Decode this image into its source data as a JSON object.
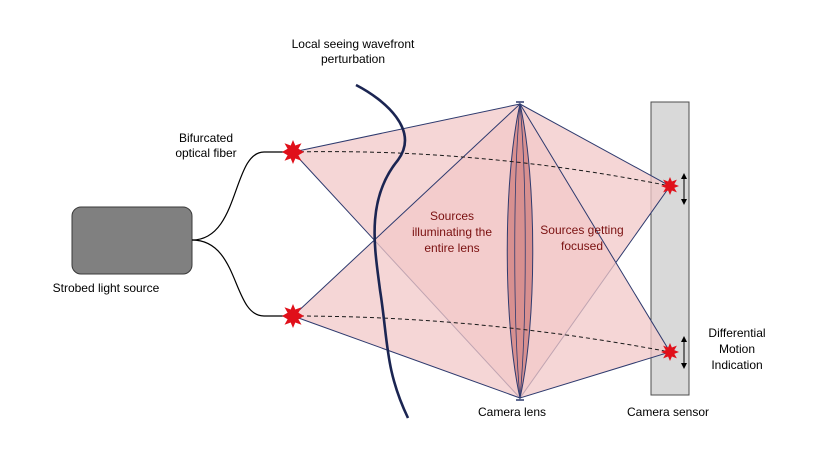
{
  "labels": {
    "wavefront_line1": "Local seeing wavefront",
    "wavefront_line2": "perturbation",
    "fiber_line1": "Bifurcated",
    "fiber_line2": "optical fiber",
    "light_source": "Strobed light source",
    "illum_line1": "Sources",
    "illum_line2": "illuminating the",
    "illum_line3": "entire lens",
    "focus_line1": "Sources getting",
    "focus_line2": "focused",
    "diff_line1": "Differential",
    "diff_line2": "Motion",
    "diff_line3": "Indication",
    "camera_lens": "Camera lens",
    "camera_sensor": "Camera sensor"
  },
  "colors": {
    "cone_fill": "#f2c8c8",
    "cone_stroke": "#2e3a6e",
    "lens_fill": "#d89090",
    "wave": "#1b2552",
    "source_box": "#808080",
    "sensor": "#d9d9d9",
    "star": "#e0101a",
    "text_red": "#7a1010"
  }
}
